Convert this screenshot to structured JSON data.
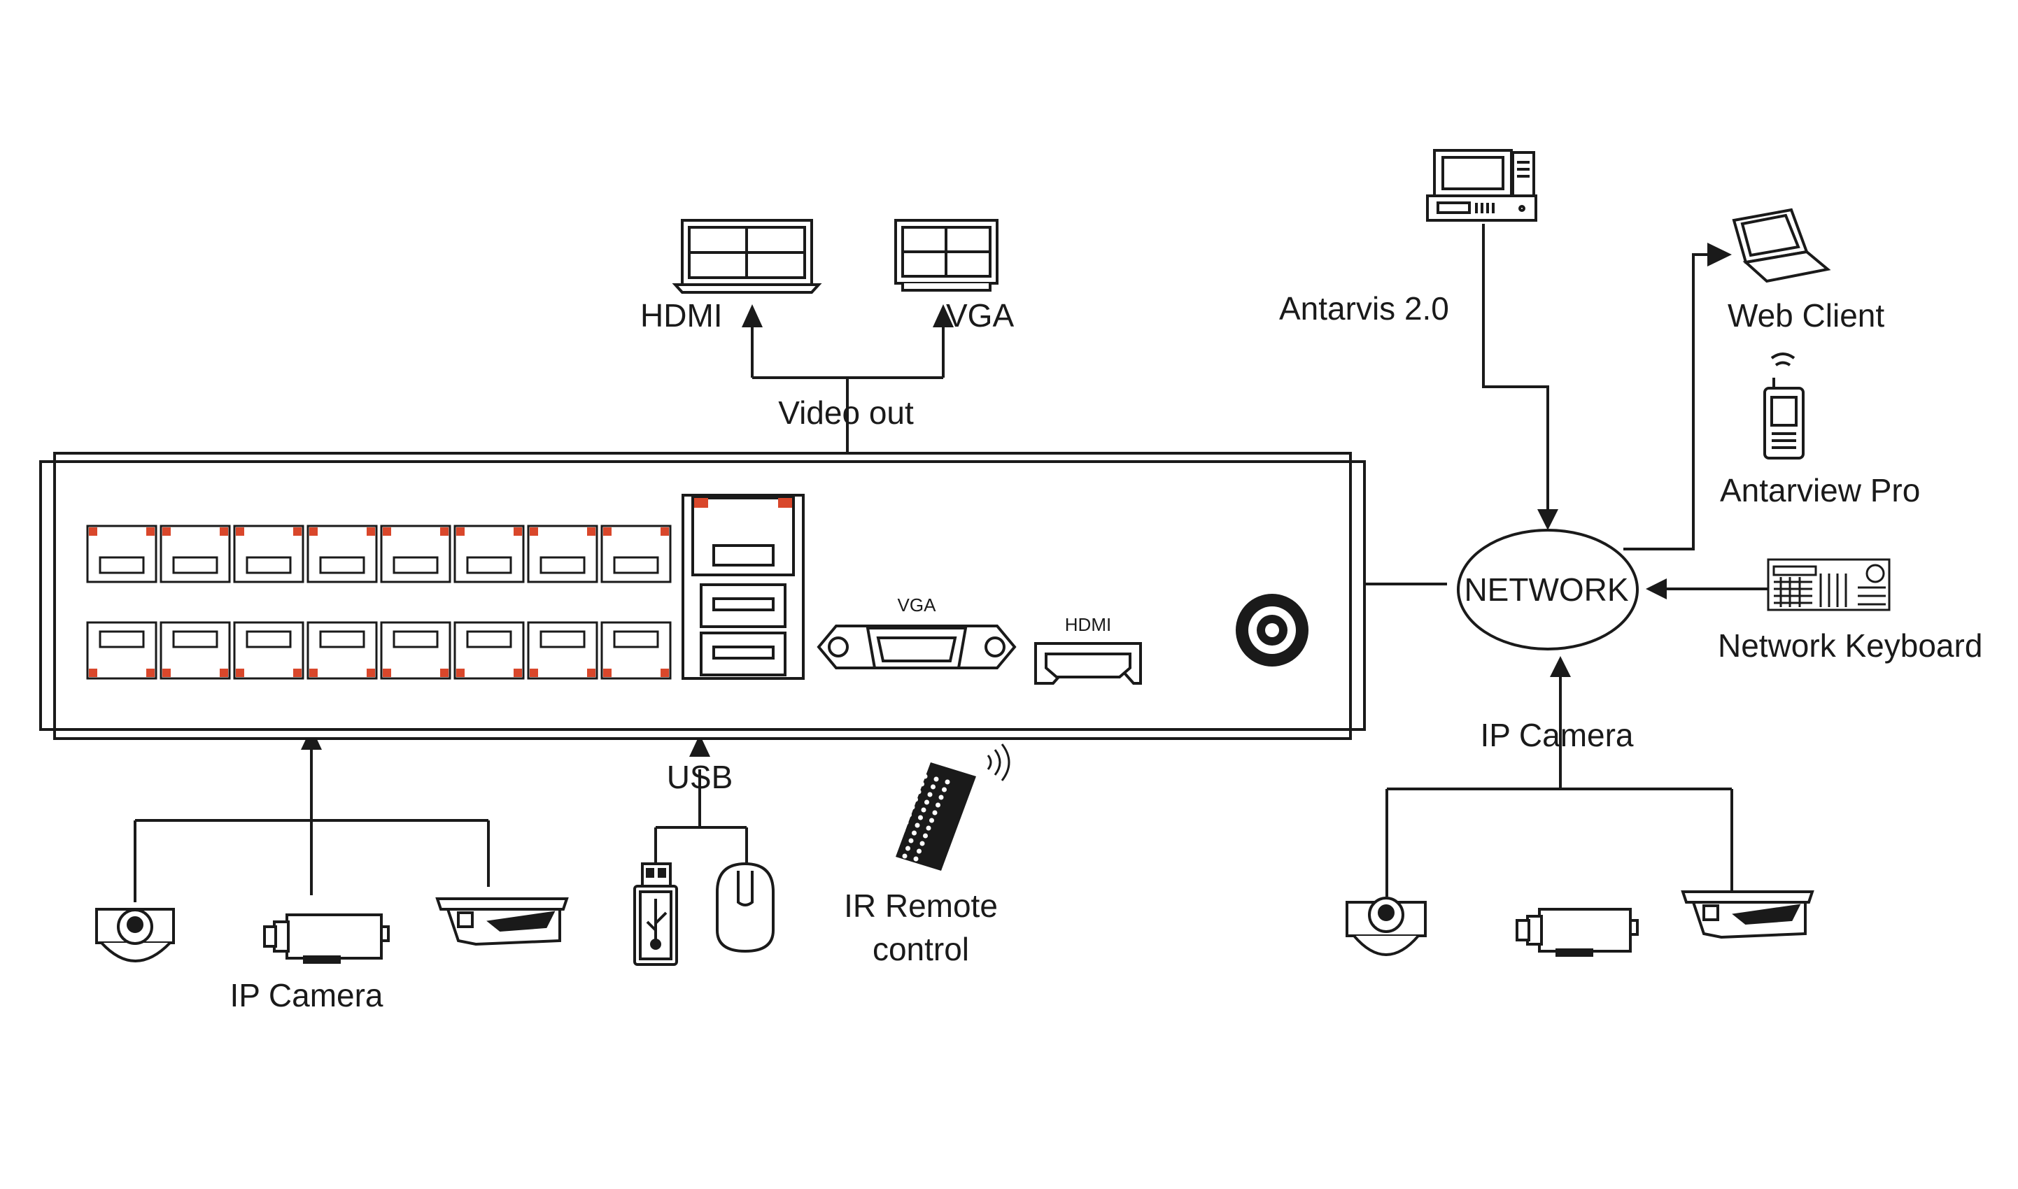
{
  "labels": {
    "hdmi_out": "HDMI",
    "vga_out": "VGA",
    "video_out": "Video out",
    "antarvis": "Antarvis 2.0",
    "web_client": "Web Client",
    "antarview_pro": "Antarview Pro",
    "network": "NETWORK",
    "network_keyboard": "Network Keyboard",
    "ip_camera_right": "IP Camera",
    "ip_camera_left": "IP Camera",
    "usb": "USB",
    "ir_remote_line1": "IR Remote",
    "ir_remote_line2": "control",
    "panel_vga": "VGA",
    "panel_hdmi": "HDMI"
  },
  "colors": {
    "line": "#1a1a1a",
    "port_accent": "#d9472b",
    "background": "#ffffff"
  },
  "icons": [
    "monitor-icon",
    "desktop-computer-icon",
    "laptop-icon",
    "mobile-phone-icon",
    "keyboard-controller-icon",
    "dome-camera-icon",
    "box-camera-icon",
    "bullet-camera-icon",
    "usb-drive-icon",
    "mouse-icon",
    "remote-control-icon"
  ]
}
